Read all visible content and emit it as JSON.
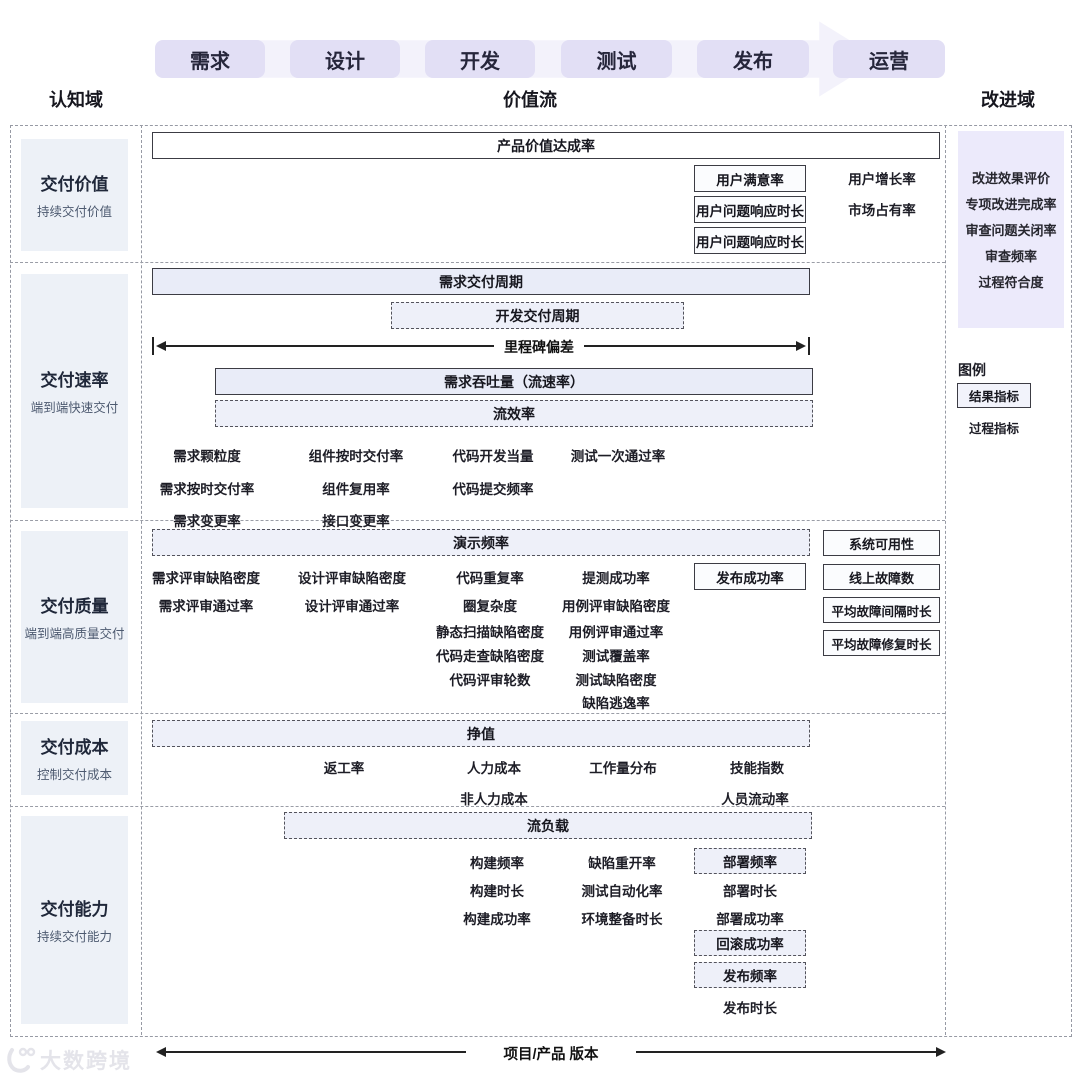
{
  "header": {
    "stages": [
      "需求",
      "设计",
      "开发",
      "测试",
      "发布",
      "运营"
    ],
    "cognitive_domain": "认知域",
    "value_stream": "价值流",
    "improvement_domain": "改进域"
  },
  "categories": [
    {
      "title": "交付价值",
      "subtitle": "持续交付价值"
    },
    {
      "title": "交付速率",
      "subtitle": "端到端快速交付"
    },
    {
      "title": "交付质量",
      "subtitle": "端到端高质量交付"
    },
    {
      "title": "交付成本",
      "subtitle": "控制交付成本"
    },
    {
      "title": "交付能力",
      "subtitle": "持续交付能力"
    }
  ],
  "value_row": {
    "product_value_achievement": "产品价值达成率",
    "result_boxes": [
      "用户满意率",
      "用户问题响应时长",
      "用户问题响应时长"
    ],
    "process_metrics": [
      "用户增长率",
      "市场占有率"
    ]
  },
  "speed_row": {
    "requirement_cycle": "需求交付周期",
    "dev_cycle": "开发交付周期",
    "milestone_deviation": "里程碑偏差",
    "throughput": "需求吞吐量（流速率）",
    "flow_efficiency": "流效率",
    "row1": [
      "需求颗粒度",
      "组件按时交付率",
      "代码开发当量",
      "测试一次通过率"
    ],
    "row2": [
      "需求按时交付率",
      "组件复用率",
      "代码提交频率"
    ],
    "row3": [
      "需求变更率",
      "接口变更率"
    ]
  },
  "quality_row": {
    "demo_frequency": "演示频率",
    "release_success": "发布成功率",
    "req_col": [
      "需求评审缺陷密度",
      "需求评审通过率"
    ],
    "design_col": [
      "设计评审缺陷密度",
      "设计评审通过率"
    ],
    "code_col": [
      "代码重复率",
      "圈复杂度",
      "静态扫描缺陷密度",
      "代码走查缺陷密度",
      "代码评审轮数"
    ],
    "test_col": [
      "提测成功率",
      "用例评审缺陷密度",
      "用例评审通过率",
      "测试覆盖率",
      "测试缺陷密度",
      "缺陷逃逸率"
    ],
    "ops_boxes": [
      "系统可用性",
      "线上故障数",
      "平均故障间隔时长",
      "平均故障修复时长"
    ]
  },
  "cost_row": {
    "earned_value": "挣值",
    "row1": [
      "返工率",
      "人力成本",
      "工作量分布",
      "技能指数"
    ],
    "row2": [
      "非人力成本",
      "人员流动率"
    ]
  },
  "capability_row": {
    "flow_load": "流负载",
    "build_col": [
      "构建频率",
      "构建时长",
      "构建成功率"
    ],
    "test_col": [
      "缺陷重开率",
      "测试自动化率",
      "环境整备时长"
    ],
    "deploy_frequency": "部署频率",
    "deploy_col": [
      "部署时长",
      "部署成功率"
    ],
    "rollback_success": "回滚成功率",
    "release_frequency": "发布频率",
    "release_duration": "发布时长"
  },
  "improvement_panel": {
    "items": [
      "改进效果评价",
      "专项改进完成率",
      "审查问题关闭率",
      "审查频率",
      "过程符合度"
    ]
  },
  "legend": {
    "title": "图例",
    "result": "结果指标",
    "process": "过程指标"
  },
  "bottom_axis": {
    "label": "项目/产品 版本"
  },
  "watermark": {
    "text": "大数跨境"
  },
  "colors": {
    "chip_bg": "#e2dff5",
    "improvement_panel_bg": "#eceafb",
    "category_bg": "#edf1f7",
    "lavender_box_bg": "#e9ecf8",
    "dashed_box_bg": "#eef0f9"
  }
}
